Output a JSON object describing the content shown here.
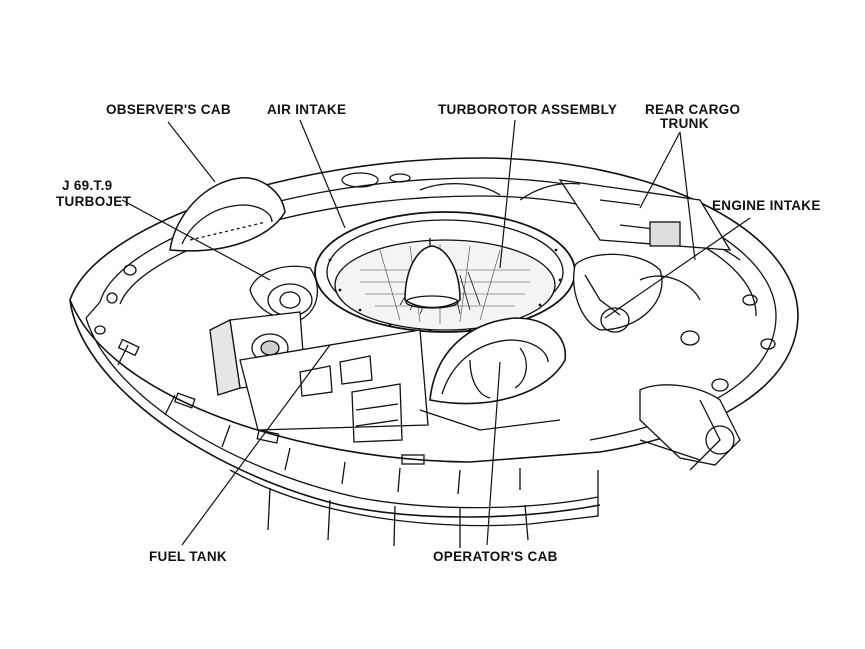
{
  "diagram": {
    "labels": {
      "observers_cab": "OBSERVER'S CAB",
      "air_intake": "AIR INTAKE",
      "turborotor_assembly": "TURBOROTOR ASSEMBLY",
      "rear_cargo_line1": "REAR CARGO",
      "rear_cargo_line2": "TRUNK",
      "turbojet_line1": "J 69.T.9",
      "turbojet_line2": "TURBOJET",
      "engine_intake": "ENGINE INTAKE",
      "fuel_tank": "FUEL TANK",
      "operators_cab": "OPERATOR'S CAB"
    },
    "colors": {
      "ink": "#111111",
      "paper": "#ffffff",
      "shade": "#cfcfcf"
    }
  }
}
